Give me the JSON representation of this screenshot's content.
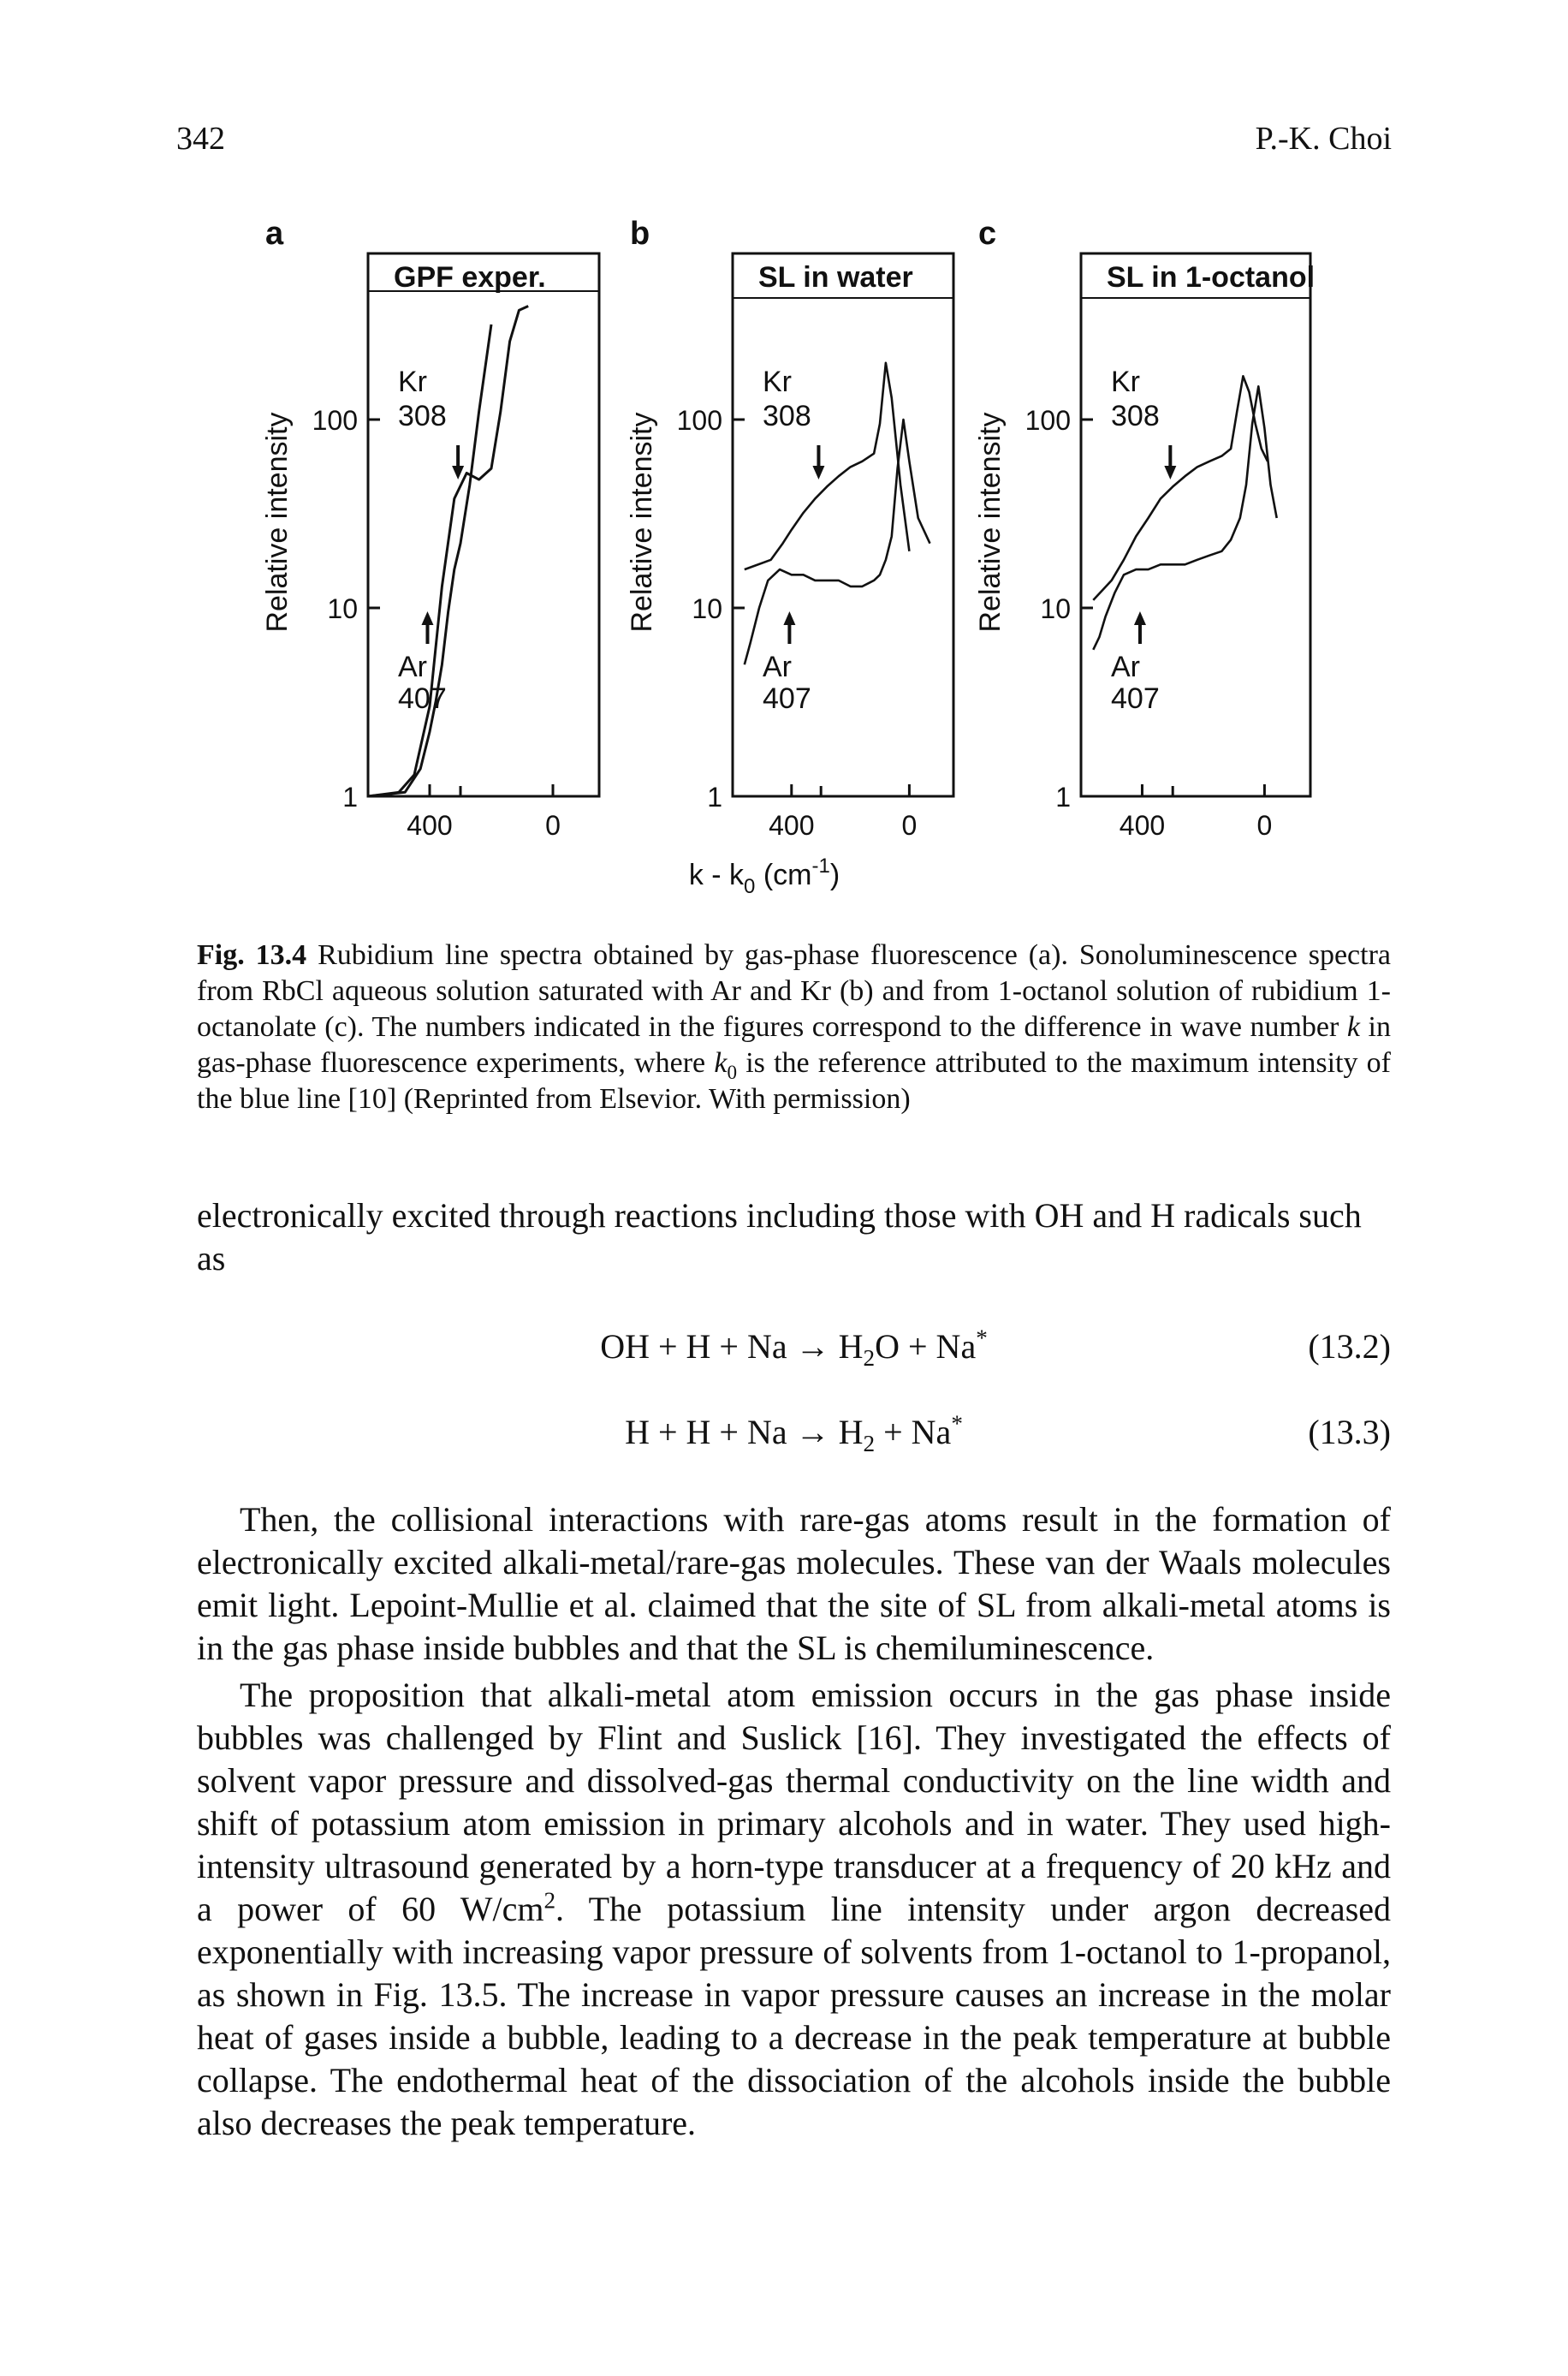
{
  "header": {
    "page_number": "342",
    "author": "P.-K. Choi"
  },
  "figure": {
    "panels": [
      {
        "label": "a",
        "title": "GPF exper.",
        "ylabel": "Relative intensity",
        "yticks": [
          "100",
          "10",
          "1"
        ],
        "xticks": [
          "400",
          "0"
        ],
        "kr_label": "Kr",
        "kr_value": "308",
        "ar_label": "Ar",
        "ar_value": "407"
      },
      {
        "label": "b",
        "title": "SL in water",
        "ylabel": "Relative intensity",
        "yticks": [
          "100",
          "10",
          "1"
        ],
        "xticks": [
          "400",
          "0"
        ],
        "kr_label": "Kr",
        "kr_value": "308",
        "ar_label": "Ar",
        "ar_value": "407"
      },
      {
        "label": "c",
        "title": "SL in 1-octanol",
        "ylabel": "Relative intensity",
        "yticks": [
          "100",
          "10",
          "1"
        ],
        "xticks": [
          "400",
          "0"
        ],
        "kr_label": "Kr",
        "kr_value": "308",
        "ar_label": "Ar",
        "ar_value": "407"
      }
    ],
    "xlabel_main": "k - k",
    "xlabel_sub": "0",
    "xlabel_unit_open": " (cm",
    "xlabel_unit_sup": "-1",
    "xlabel_unit_close": ")"
  },
  "chart_data": [
    {
      "type": "line",
      "title": "GPF exper.",
      "xlabel": "",
      "ylabel": "Relative intensity",
      "xlim": [
        600,
        -150
      ],
      "ylim": [
        1,
        400
      ],
      "yscale": "log",
      "xticks": [
        400,
        0
      ],
      "yticks": [
        1,
        10,
        100
      ],
      "series": [
        {
          "name": "Kr",
          "x": [
            600,
            500,
            450,
            400,
            360,
            320,
            280,
            240,
            200,
            170,
            140,
            110,
            80
          ],
          "y": [
            1.0,
            1.05,
            1.3,
            3.0,
            13,
            38,
            52,
            48,
            55,
            110,
            260,
            380,
            400
          ]
        },
        {
          "name": "Ar",
          "x": [
            600,
            480,
            430,
            400,
            380,
            360,
            340,
            320,
            300,
            270,
            240,
            200
          ],
          "y": [
            1.0,
            1.05,
            1.4,
            2.2,
            3.2,
            5.0,
            9.5,
            16,
            22,
            45,
            110,
            320
          ]
        }
      ],
      "annotations": [
        {
          "text": "Kr 308",
          "x": 308
        },
        {
          "text": "Ar 407",
          "x": 407
        }
      ]
    },
    {
      "type": "line",
      "title": "SL in water",
      "xlabel": "k - k0 (cm-1)",
      "ylabel": "Relative intensity",
      "xlim": [
        600,
        -150
      ],
      "ylim": [
        1,
        400
      ],
      "yscale": "log",
      "xticks": [
        400,
        0
      ],
      "yticks": [
        1,
        10,
        100
      ],
      "series": [
        {
          "name": "Kr",
          "x": [
            560,
            470,
            430,
            400,
            360,
            320,
            280,
            240,
            200,
            160,
            120,
            100,
            80,
            60,
            30,
            0
          ],
          "y": [
            16,
            18,
            22,
            26,
            32,
            38,
            44,
            50,
            56,
            60,
            66,
            95,
            200,
            130,
            45,
            20
          ]
        },
        {
          "name": "Ar",
          "x": [
            560,
            540,
            510,
            480,
            440,
            400,
            360,
            320,
            280,
            240,
            200,
            160,
            120,
            100,
            80,
            60,
            40,
            20,
            0,
            -30,
            -70
          ],
          "y": [
            5,
            6.5,
            10,
            14,
            16,
            15,
            15,
            14,
            14,
            14,
            13,
            13,
            14,
            15,
            18,
            24,
            55,
            100,
            60,
            30,
            22
          ]
        }
      ],
      "annotations": [
        {
          "text": "Kr 308",
          "x": 308
        },
        {
          "text": "Ar 407",
          "x": 407
        }
      ]
    },
    {
      "type": "line",
      "title": "SL in 1-octanol",
      "xlabel": "",
      "ylabel": "Relative intensity",
      "xlim": [
        600,
        -150
      ],
      "ylim": [
        1,
        400
      ],
      "yscale": "log",
      "xticks": [
        400,
        0
      ],
      "yticks": [
        1,
        10,
        100
      ],
      "series": [
        {
          "name": "Kr",
          "x": [
            560,
            500,
            460,
            420,
            380,
            340,
            300,
            260,
            220,
            180,
            140,
            110,
            90,
            70,
            50,
            30,
            10,
            -10
          ],
          "y": [
            11,
            14,
            18,
            24,
            30,
            38,
            44,
            50,
            56,
            60,
            64,
            70,
            110,
            170,
            140,
            95,
            70,
            60
          ]
        },
        {
          "name": "Ar",
          "x": [
            560,
            540,
            520,
            490,
            460,
            420,
            380,
            340,
            300,
            260,
            220,
            180,
            140,
            110,
            80,
            60,
            40,
            20,
            0,
            -20,
            -40
          ],
          "y": [
            6,
            7,
            9,
            12,
            15,
            16,
            16,
            17,
            17,
            17,
            18,
            19,
            20,
            23,
            30,
            45,
            95,
            150,
            90,
            45,
            30
          ]
        }
      ],
      "annotations": [
        {
          "text": "Kr 308",
          "x": 308
        },
        {
          "text": "Ar 407",
          "x": 407
        }
      ]
    }
  ],
  "caption": {
    "label": "Fig. 13.4",
    "t1": " Rubidium line spectra obtained by gas-phase fluorescence (a). Sonoluminescence spectra from RbCl aqueous solution saturated with Ar and Kr (b) and from 1-octanol solution of rubidium 1-octanolate (c). The numbers indicated in the figures correspond to the difference in wave number ",
    "k": "k",
    "t2": " in gas-phase fluorescence experiments, where ",
    "k0": "k",
    "k0_sub": "0",
    "t3": " is the reference attributed to the maximum intensity of the blue line [10] (Reprinted from Elsevior. With permission)"
  },
  "body": {
    "p1": "electronically excited through reactions including those with OH and H radicals such as",
    "eq1": {
      "lhs": "OH + H + Na → H",
      "sub": "2",
      "mid": "O + Na",
      "sup": "*",
      "number": "(13.2)"
    },
    "eq2": {
      "lhs": "H + H + Na → H",
      "sub": "2",
      "mid": " + Na",
      "sup": "*",
      "number": "(13.3)"
    },
    "p2": "Then, the collisional interactions with rare-gas atoms result in the formation of electronically excited alkali-metal/rare-gas molecules. These van der Waals molecules emit light. Lepoint-Mullie et al. claimed that the site of SL from alkali-metal atoms is in the gas phase inside bubbles and that the SL is chemiluminescence.",
    "p3a": "The proposition that alkali-metal atom emission occurs in the gas phase inside bubbles was challenged by Flint and Suslick [16]. They investigated the effects of solvent vapor pressure and dissolved-gas thermal conductivity on the line width and shift of potassium atom emission in primary alcohols and in water. They used high-intensity ultrasound generated by a horn-type transducer at a frequency of 20 kHz and a power of 60 W/cm",
    "p3_sup": "2",
    "p3b": ". The potassium line intensity under argon decreased exponentially with increasing vapor pressure of solvents from 1-octanol to 1-propanol, as shown in Fig. 13.5. The increase in vapor pressure causes an increase in the molar heat of gases inside a bubble, leading to a decrease in the peak temperature at bubble collapse. The endothermal heat of the dissociation of the alcohols inside the bubble also decreases the peak temperature."
  }
}
